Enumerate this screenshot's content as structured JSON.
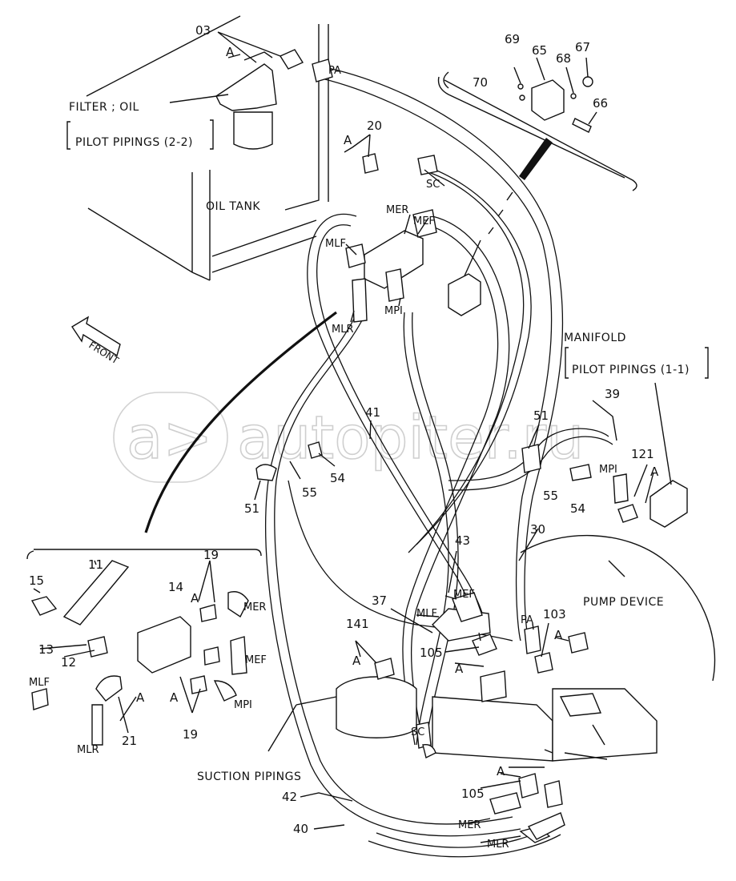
{
  "watermark": "autopiter.ru",
  "labels": {
    "n03": "03",
    "a": "A",
    "pa": "PA",
    "filter_oil": "FILTER ; OIL",
    "pilot_pipings_2_2": "PILOT PIPINGS (2-2)",
    "oil_tank": "OIL TANK",
    "n20": "20",
    "sc": "SC",
    "n69": "69",
    "n65": "65",
    "n67": "67",
    "n68": "68",
    "n70": "70",
    "n66": "66",
    "mer": "MER",
    "mef": "MEF",
    "mlf": "MLF",
    "mpi": "MPI",
    "mlr": "MLR",
    "front": "FRONT",
    "manifold": "MANIFOLD",
    "pilot_pipings_1_1": "PILOT PIPINGS (1-1)",
    "n39": "39",
    "n51": "51",
    "n41": "41",
    "n121": "121",
    "n55": "55",
    "n54": "54",
    "n30": "30",
    "n43": "43",
    "pump_device": "PUMP DEVICE",
    "n37": "37",
    "n103": "103",
    "n141": "141",
    "n105": "105",
    "suction_pipings": "SUCTION PIPINGS",
    "n42": "42",
    "n40": "40",
    "n11": "11",
    "n15": "15",
    "n14": "14",
    "n19": "19",
    "n13": "13",
    "n12": "12",
    "n21": "21"
  }
}
